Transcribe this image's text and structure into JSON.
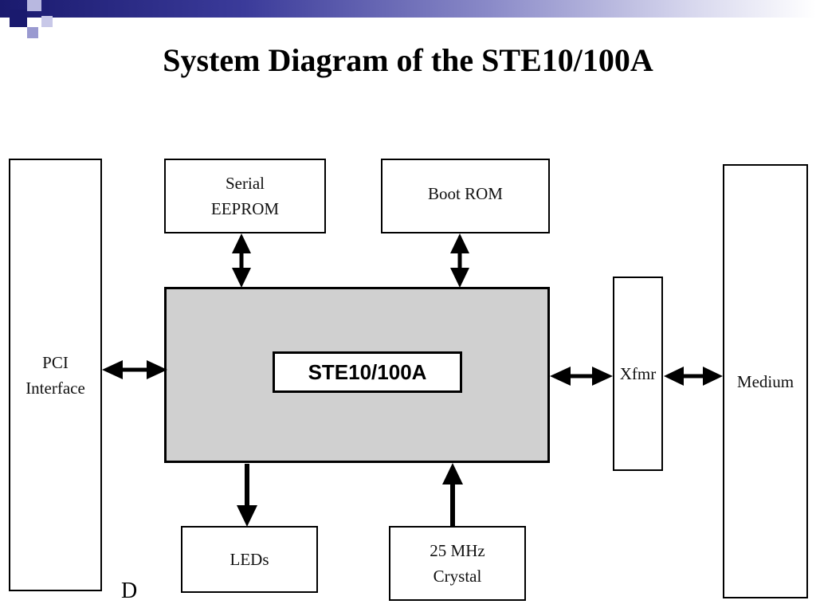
{
  "slide": {
    "title": "System Diagram of the STE10/100A",
    "footer_letter": "D"
  },
  "diagram": {
    "nodes": {
      "pci": "PCI\nInterface",
      "eeprom": "Serial\nEEPROM",
      "bootrom": "Boot ROM",
      "chip": "STE10/100A",
      "xfmr": "Xfmr",
      "medium": "Medium",
      "leds": "LEDs",
      "crystal": "25 MHz\nCrystal"
    },
    "connections": [
      {
        "from": "pci",
        "to": "chip",
        "direction": "bidirectional"
      },
      {
        "from": "eeprom",
        "to": "chip",
        "direction": "bidirectional"
      },
      {
        "from": "bootrom",
        "to": "chip",
        "direction": "bidirectional"
      },
      {
        "from": "chip",
        "to": "xfmr",
        "direction": "bidirectional"
      },
      {
        "from": "xfmr",
        "to": "medium",
        "direction": "bidirectional"
      },
      {
        "from": "chip",
        "to": "leds",
        "direction": "to"
      },
      {
        "from": "crystal",
        "to": "chip",
        "direction": "to"
      }
    ]
  },
  "colors": {
    "chip_fill": "#d0d0d0",
    "header_dark": "#1a1a6e"
  }
}
